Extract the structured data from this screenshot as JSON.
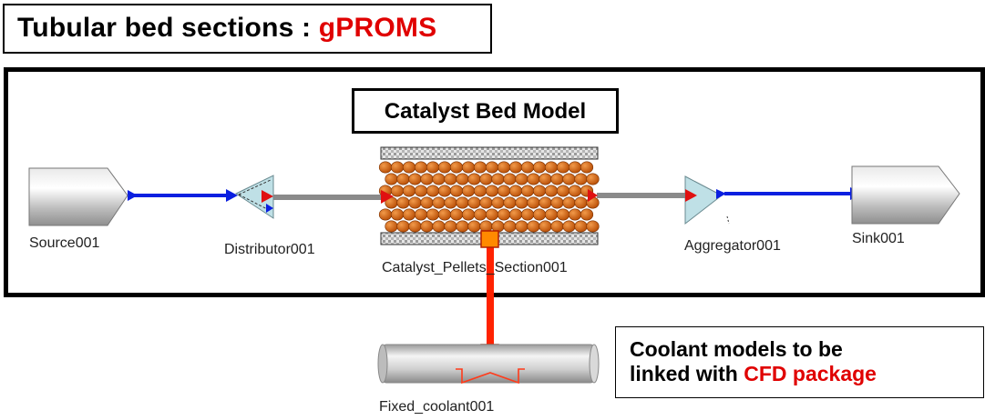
{
  "title": {
    "prefix": "Tubular bed sections : ",
    "highlight": "gPROMS"
  },
  "model_box": {
    "label": "Catalyst Bed Model"
  },
  "units": {
    "source": "Source001",
    "distributor": "Distributor001",
    "catalyst": "Catalyst_Pellets_Section001",
    "aggregator": "Aggregator001",
    "sink": "Sink001",
    "coolant": "Fixed_coolant001"
  },
  "coolant_note": {
    "line1": "Coolant models to be",
    "line2_prefix": "linked with ",
    "line2_highlight": "CFD package"
  },
  "colors": {
    "highlight": "#e00000",
    "stream_blue": "#0a1fe0",
    "stream_grey": "#8a8a8a",
    "coolant_line": "#ff2200",
    "pellet": "#d2600f"
  }
}
